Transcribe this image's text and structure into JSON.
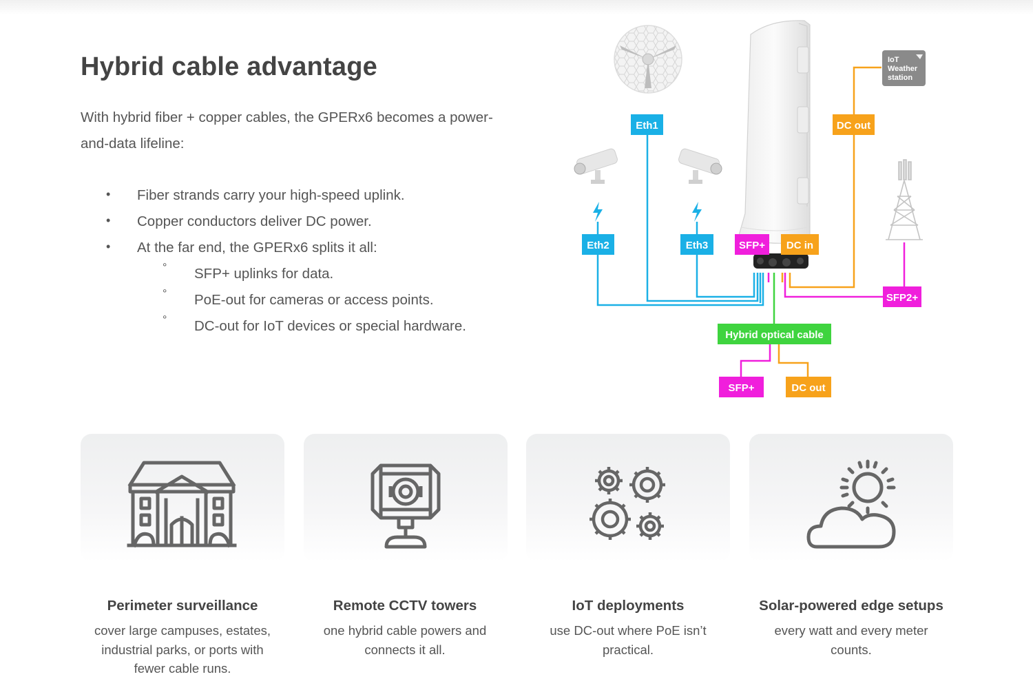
{
  "heading": "Hybrid cable advantage",
  "intro": "With hybrid fiber + copper cables, the GPERx6 becomes a power-and-data lifeline:",
  "bullets": [
    "Fiber strands carry your high-speed uplink.",
    "Copper conductors deliver DC power.",
    "At the far end, the GPERx6 splits it all:"
  ],
  "sub_bullets": [
    "SFP+ uplinks for data.",
    "PoE-out for cameras or access points.",
    "DC-out for IoT devices or special hardware."
  ],
  "diagram": {
    "labels": {
      "eth1": "Eth1",
      "eth2": "Eth2",
      "eth3": "Eth3",
      "sfp_plus": "SFP+",
      "dc_in": "DC in",
      "dc_out_top": "DC out",
      "sfp2_plus": "SFP2+",
      "hybrid_cable": "Hybrid optical cable",
      "sfp_plus_bottom": "SFP+",
      "dc_out_bottom": "DC out"
    },
    "iot_station": [
      "IoT",
      "Weather",
      "station"
    ],
    "colors": {
      "ethernet": "#1ab0e6",
      "dc": "#f7a21b",
      "sfp": "#f01fdc",
      "hybrid": "#3fd43f",
      "icon": "#666666"
    }
  },
  "cards": [
    {
      "icon": "building-icon",
      "title": "Perimeter surveillance",
      "desc_lines": [
        "cover large campuses, estates,",
        "industrial parks, or ports with",
        "fewer cable runs."
      ]
    },
    {
      "icon": "cctv-camera-icon",
      "title": "Remote CCTV towers",
      "desc_lines": [
        "one hybrid cable powers and",
        "connects it all."
      ]
    },
    {
      "icon": "gears-icon",
      "title": "IoT deployments",
      "desc_lines": [
        "use DC-out where PoE isn’t",
        "practical."
      ]
    },
    {
      "icon": "sun-cloud-icon",
      "title": "Solar-powered edge setups",
      "desc_lines": [
        "every watt and every meter",
        "counts."
      ]
    }
  ]
}
